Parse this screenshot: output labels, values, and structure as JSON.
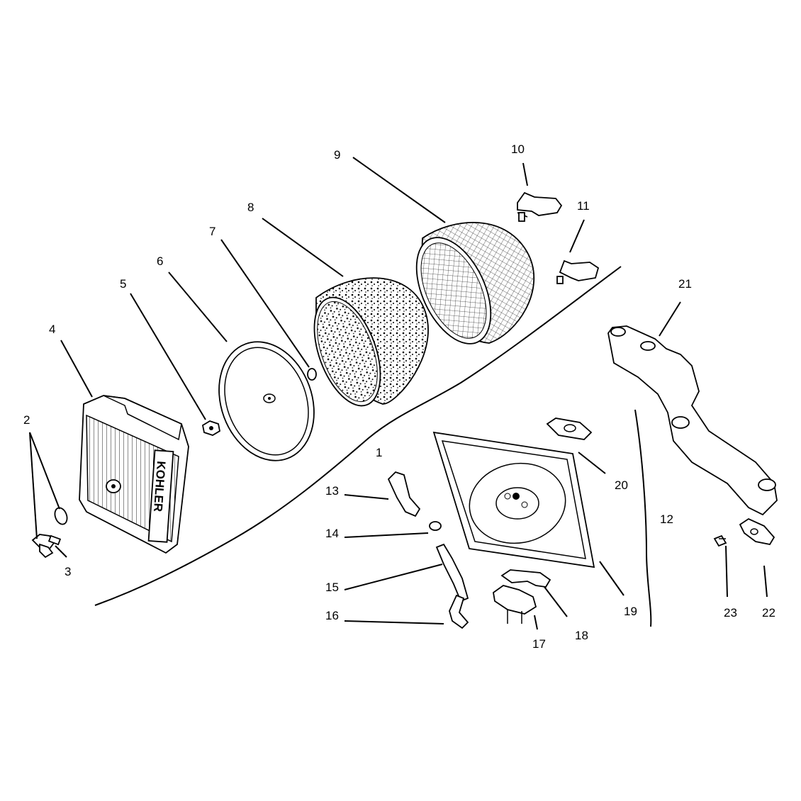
{
  "diagram": {
    "brand": "KOHLER",
    "callouts": {
      "c1": "1",
      "c2": "2",
      "c3": "3",
      "c4": "4",
      "c5": "5",
      "c6": "6",
      "c7": "7",
      "c8": "8",
      "c9": "9",
      "c10": "10",
      "c11": "11",
      "c12": "12",
      "c13": "13",
      "c14": "14",
      "c15": "15",
      "c16": "16",
      "c17": "17",
      "c18": "18",
      "c19": "19",
      "c20": "20",
      "c21": "21",
      "c22": "22",
      "c23": "23"
    }
  }
}
